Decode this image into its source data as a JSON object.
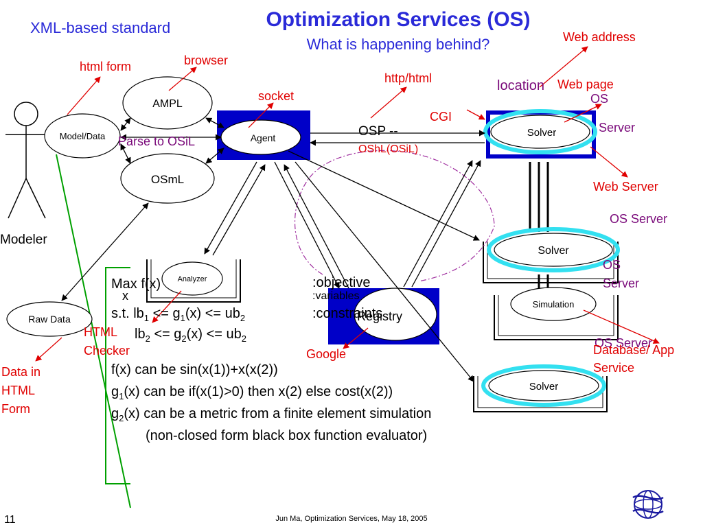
{
  "title": "Optimization Services (OS)",
  "subtitle": "What is happening behind?",
  "top_left_note": "XML-based standard",
  "nodes": {
    "modeler": "Modeler",
    "model_data": "Model/Data",
    "ampl": "AMPL",
    "osml": "OSmL",
    "agent": "Agent",
    "solver_top": "Solver",
    "solver_mid": "Solver",
    "solver_bottom": "Solver",
    "simulation": "Simulation",
    "registry": "Registry",
    "analyzer": "Analyzer",
    "raw_data": "Raw Data"
  },
  "labels": {
    "html_form": "html form",
    "browser": "browser",
    "socket": "socket",
    "http_html": "http/html",
    "location": "location",
    "web_page": "Web page",
    "web_address": "Web address",
    "os_top_1": "OS",
    "os_top_2": "Server",
    "cgi": "CGI",
    "osp": "OSP --",
    "oshl": "OShL(OSiL)",
    "parse_to_osil": "Parse to OSiL",
    "web_server": "Web Server",
    "os_server_mid": "OS Server",
    "os_server_side_1": "OS",
    "os_server_side_2": "Server",
    "os_server_bottom": "OS Server",
    "database_app_1": "Database/ App",
    "database_app_2": "Service",
    "google": "Google",
    "html_checker_1": "HTML",
    "html_checker_2": "Checker",
    "data_in_html_1": "Data in",
    "data_in_html_2": "HTML",
    "data_in_html_3": "Form"
  },
  "math": {
    "line1_left": "Max f(x)",
    "line1_right": ":objective",
    "line2_left": "x",
    "line2_right": ":variables",
    "line3_right": ":constraints",
    "line5": "f(x) can be sin(x(1))+x(x(2))",
    "line6": "can be if(x(1)>0) then x(2) else cost(x(2))",
    "line7": "can be a metric from a finite element simulation",
    "line8": "(non-closed form black box function evaluator)"
  },
  "footer": {
    "page_number": "11",
    "credit": "Jun Ma, Optimization Services, May 18, 2005"
  },
  "colors": {
    "title_blue": "#2a2ad8",
    "annotation_red": "#e00000",
    "server_blue": "#0000c8",
    "ring_cyan": "#33e0f0",
    "purple": "#7a0a7a",
    "green": "#00a000"
  }
}
